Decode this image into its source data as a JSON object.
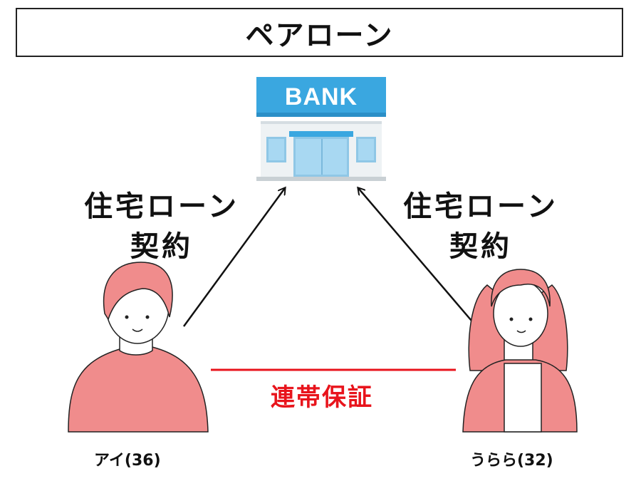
{
  "title": "ペアローン",
  "bank": {
    "sign": "BANK"
  },
  "left": {
    "contract_line1": "住宅ローン",
    "contract_line2": "契約",
    "name": "アイ(36)"
  },
  "right": {
    "contract_line1": "住宅ローン",
    "contract_line2": "契約",
    "name": "うらら(32)"
  },
  "guarantee": "連帯保証",
  "colors": {
    "accent_red": "#e8141c",
    "bank_blue": "#3aa7e0",
    "person": "#f08c8c"
  }
}
